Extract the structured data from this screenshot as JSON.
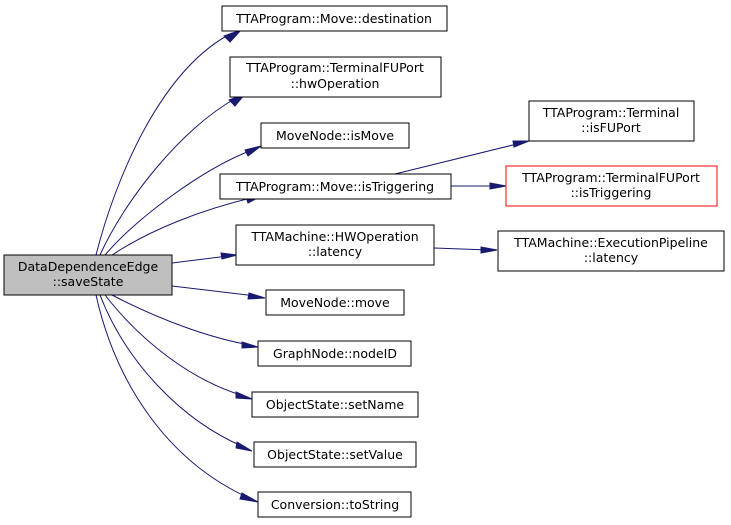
{
  "colors": {
    "edge": "#191970",
    "root_fill": "#bfbfbf",
    "node_fill": "#ffffff",
    "node_stroke": "#000000",
    "highlight_stroke": "#ff0000"
  },
  "nodes": {
    "root": {
      "line1": "DataDependenceEdge",
      "line2": "::saveState"
    },
    "move_destination": {
      "line1": "TTAProgram::Move::destination"
    },
    "terminalfuport_hwoperation": {
      "line1": "TTAProgram::TerminalFUPort",
      "line2": "::hwOperation"
    },
    "movenode_ismove": {
      "line1": "MoveNode::isMove"
    },
    "move_istriggering": {
      "line1": "TTAProgram::Move::isTriggering"
    },
    "hwoperation_latency": {
      "line1": "TTAMachine::HWOperation",
      "line2": "::latency"
    },
    "movenode_move": {
      "line1": "MoveNode::move"
    },
    "graphnode_nodeid": {
      "line1": "GraphNode::nodeID"
    },
    "objectstate_setname": {
      "line1": "ObjectState::setName"
    },
    "objectstate_setvalue": {
      "line1": "ObjectState::setValue"
    },
    "conversion_tostring": {
      "line1": "Conversion::toString"
    },
    "terminal_isfuport": {
      "line1": "TTAProgram::Terminal",
      "line2": "::isFUPort"
    },
    "terminalfuport_istriggering": {
      "line1": "TTAProgram::TerminalFUPort",
      "line2": "::isTriggering"
    },
    "executionpipeline_latency": {
      "line1": "TTAMachine::ExecutionPipeline",
      "line2": "::latency"
    }
  }
}
